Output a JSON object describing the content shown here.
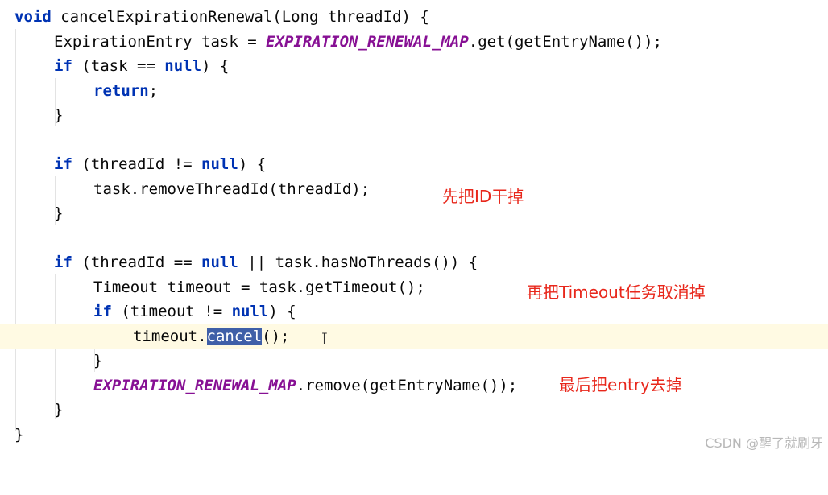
{
  "code": {
    "l1": {
      "kw": "void",
      "rest": " cancelExpirationRenewal(Long threadId) {"
    },
    "l2": {
      "a": "ExpirationEntry task = ",
      "const": "EXPIRATION_RENEWAL_MAP",
      "b": ".get(getEntryName());"
    },
    "l3": {
      "kw1": "if",
      "a": " (task == ",
      "kw2": "null",
      "b": ") {"
    },
    "l4": {
      "kw": "return",
      "b": ";"
    },
    "l5": "}",
    "l7": {
      "kw1": "if",
      "a": " (threadId != ",
      "kw2": "null",
      "b": ") {"
    },
    "l8": "task.removeThreadId(threadId);",
    "l9": "}",
    "l11": {
      "kw1": "if",
      "a": " (threadId == ",
      "kw2": "null",
      "b": " || task.hasNoThreads()) {"
    },
    "l12": "Timeout timeout = task.getTimeout();",
    "l13": {
      "kw1": "if",
      "a": " (timeout != ",
      "kw2": "null",
      "b": ") {"
    },
    "l14": {
      "a": "timeout.",
      "sel": "cancel",
      "b": "();"
    },
    "l15": "}",
    "l16": {
      "const": "EXPIRATION_RENEWAL_MAP",
      "b": ".remove(getEntryName());"
    },
    "l17": "}",
    "l18": "}"
  },
  "annotations": {
    "note1": "先把ID干掉",
    "note2": "再把Timeout任务取消掉",
    "note3": "最后把entry去掉"
  },
  "cursor_glyph": "I",
  "watermark": "CSDN @醒了就刷牙",
  "colors": {
    "keyword": "#0033b3",
    "constant": "#871094",
    "selection": "#3f5fa8",
    "current_line": "#fffae3",
    "annotation": "#e8271b"
  }
}
